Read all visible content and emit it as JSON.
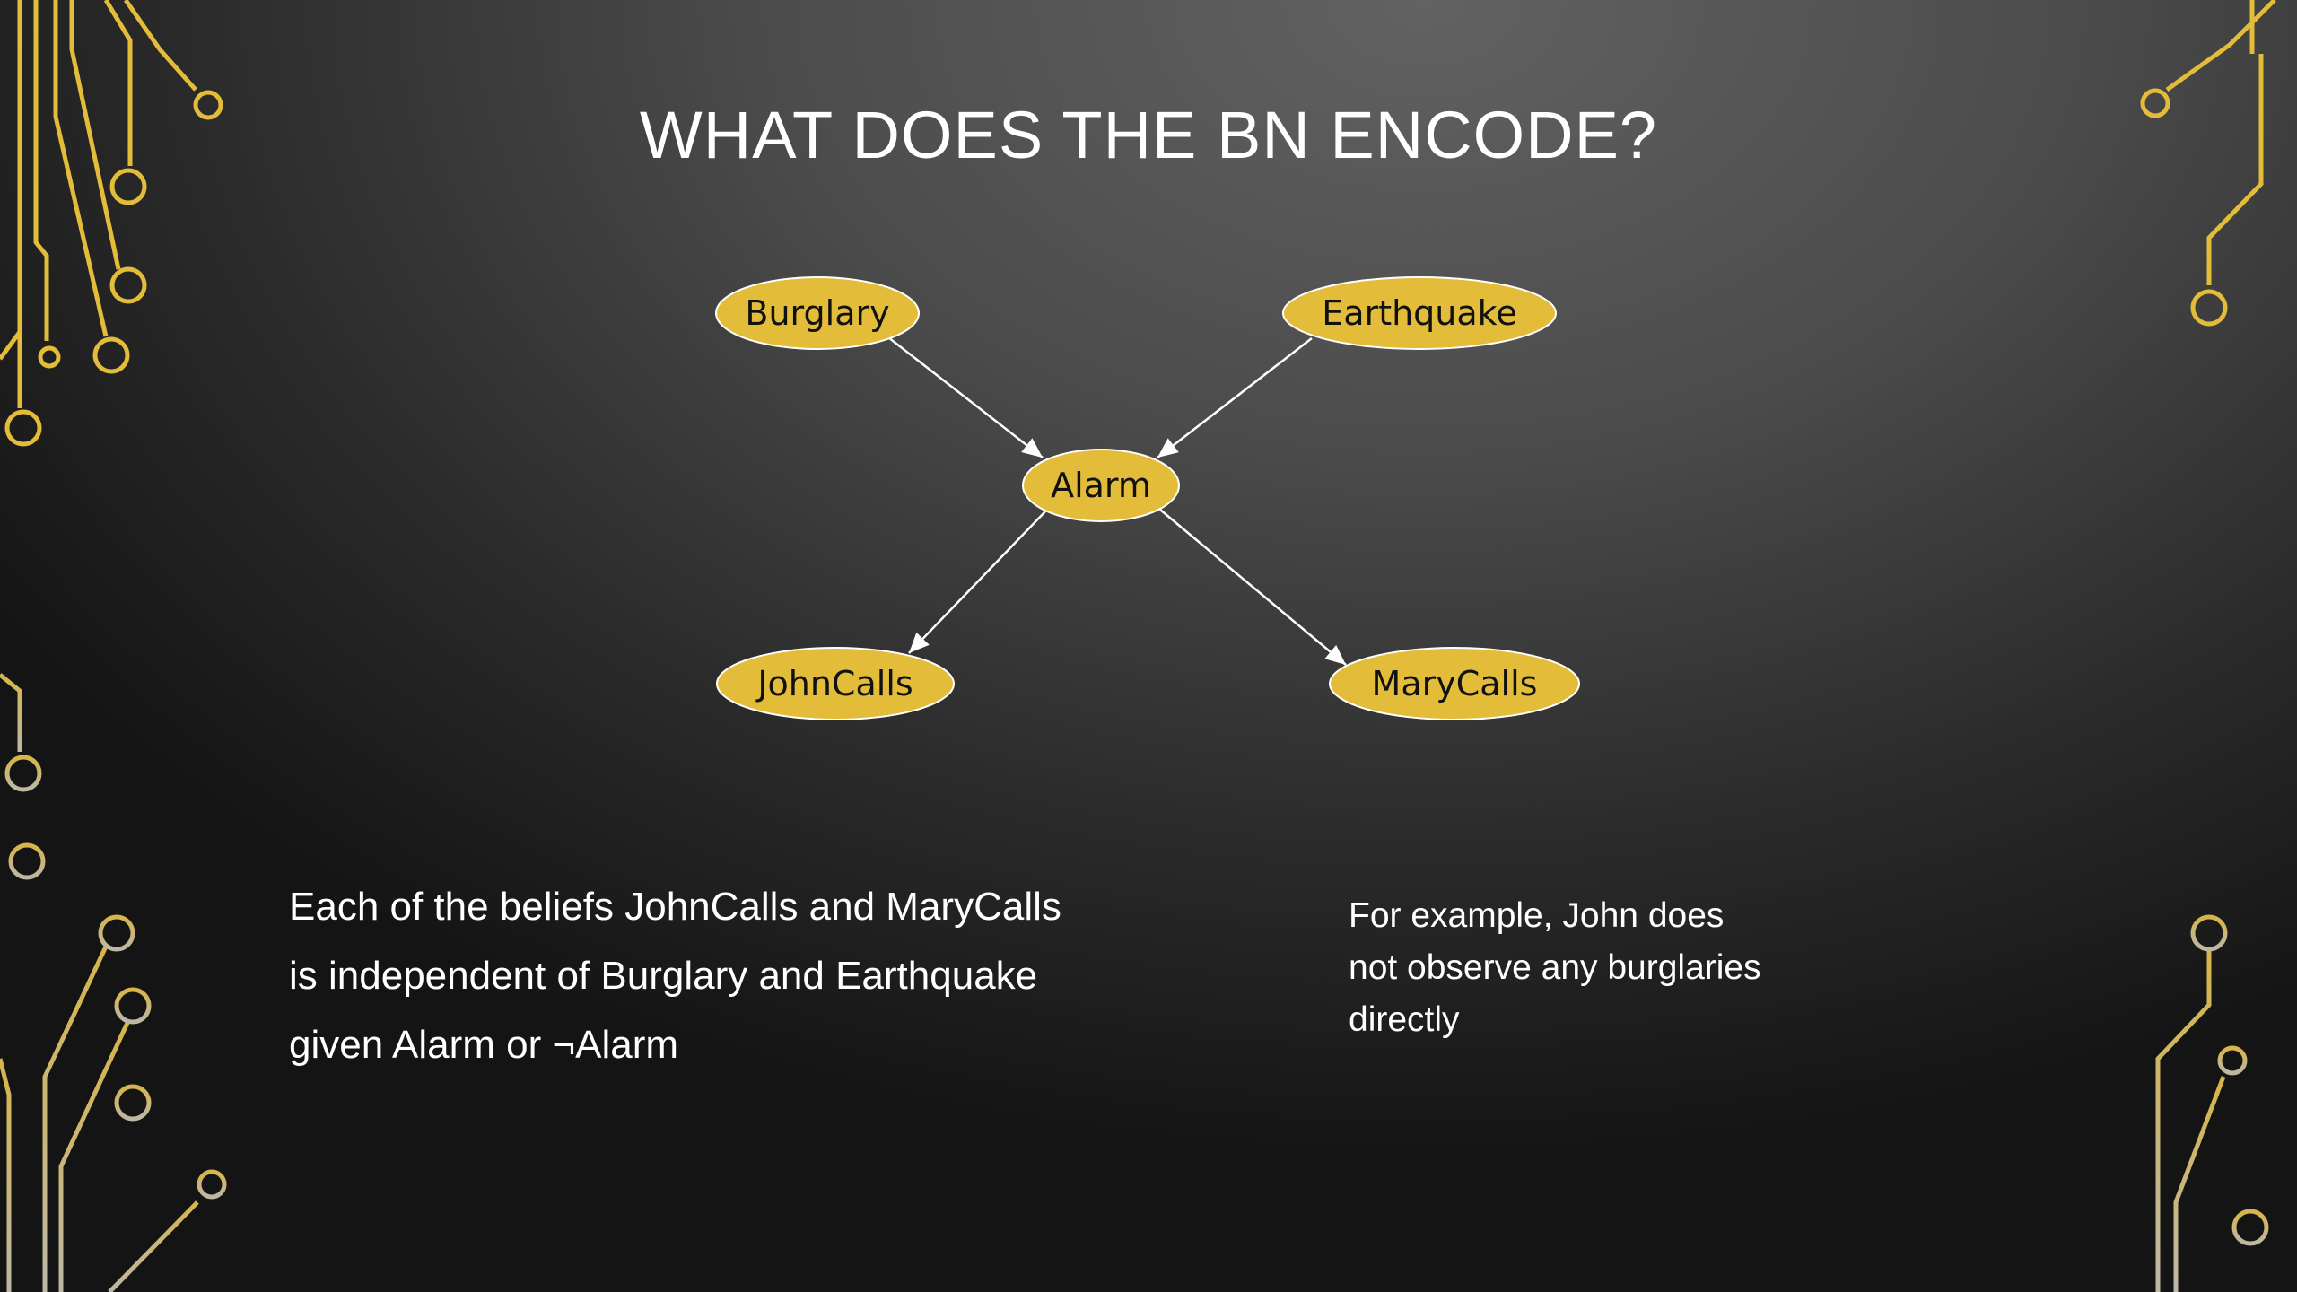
{
  "slide": {
    "title": "WHAT DOES THE BN ENCODE?",
    "accent_color": "#e3bd3a",
    "node_fill_color": "#e3bd3a",
    "edge_color": "#ffffff"
  },
  "diagram": {
    "nodes": {
      "burglary": "Burglary",
      "earthquake": "Earthquake",
      "alarm": "Alarm",
      "johncalls": "JohnCalls",
      "marycalls": "MaryCalls"
    },
    "edges": [
      [
        "Burglary",
        "Alarm"
      ],
      [
        "Earthquake",
        "Alarm"
      ],
      [
        "Alarm",
        "JohnCalls"
      ],
      [
        "Alarm",
        "MaryCalls"
      ]
    ]
  },
  "text_left": {
    "line1": "Each of the beliefs JohnCalls and MaryCalls",
    "line2": "is independent of Burglary and Earthquake",
    "line3": "given Alarm or ¬Alarm"
  },
  "text_right": {
    "line1": "For example, John does",
    "line2": "not observe any burglaries",
    "line3": "directly"
  }
}
